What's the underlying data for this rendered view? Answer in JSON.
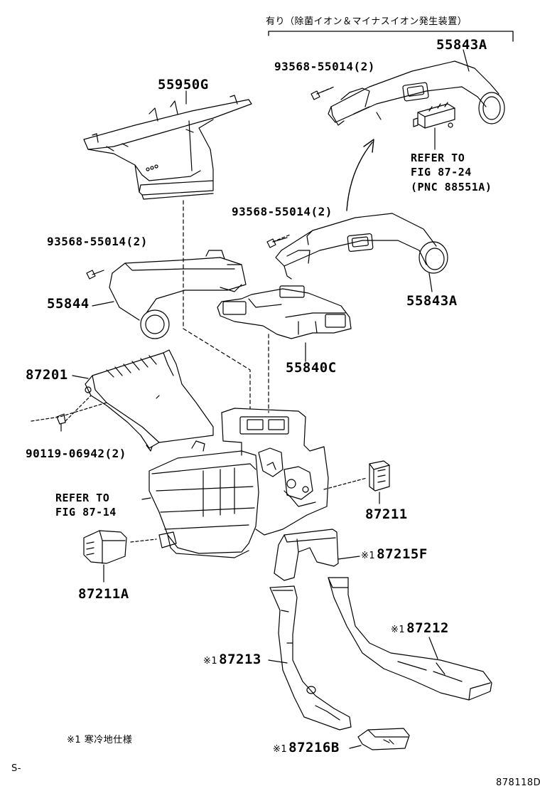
{
  "header_note": "有り（除菌イオン＆マイナスイオン発生装置）",
  "labels": {
    "p55843A_top": "55843A",
    "p55950G": "55950G",
    "bolt_top": "93568-55014(2)",
    "bolt_mid": "93568-55014(2)",
    "bolt_left": "93568-55014(2)",
    "p55843A_mid": "55843A",
    "p55844": "55844",
    "p55840C": "55840C",
    "p87201": "87201",
    "screw": "90119-06942(2)",
    "p87211": "87211",
    "p87211A": "87211A",
    "p87215F": "87215F",
    "p87212": "87212",
    "p87213": "87213",
    "p87216B": "87216B"
  },
  "cold_mark": "※1",
  "refer_fig_87_24": {
    "line1": "REFER TO",
    "line2": "FIG 87-24",
    "line3": "(PNC 88551A)"
  },
  "refer_fig_87_14": {
    "line1": "REFER TO",
    "line2": "FIG 87-14"
  },
  "footnote": "※1 寒冷地仕様",
  "corner_mark": "S-",
  "diagram_id": "878118D"
}
